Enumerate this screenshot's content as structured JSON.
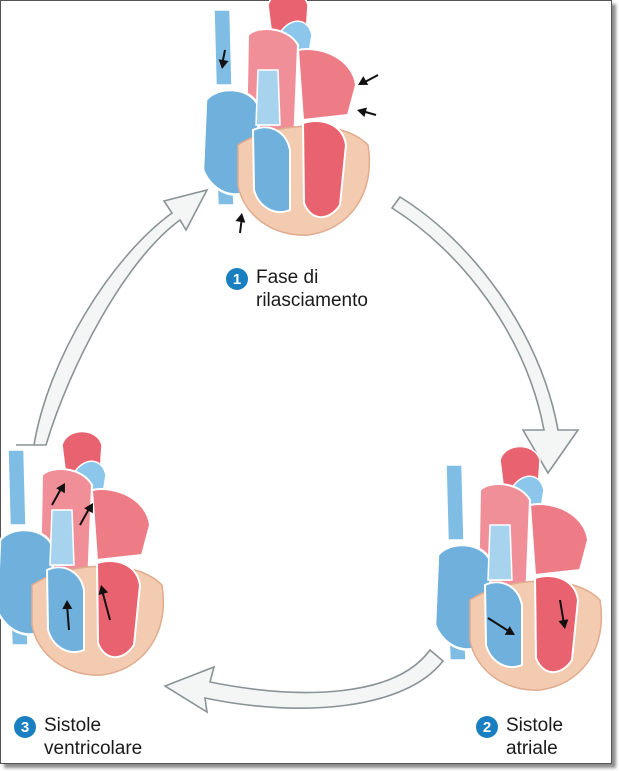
{
  "colors": {
    "badge": "#1a7fc1",
    "oxygenated": "#e8636f",
    "deoxygenated": "#6fb0dc",
    "myocardium": "#f2cbb0",
    "arrow_fill": "#f4f6f6",
    "arrow_stroke": "#8a9396"
  },
  "stages": [
    {
      "number": "1",
      "line1": "Fase di",
      "line2": "rilasciamento"
    },
    {
      "number": "2",
      "line1": "Sistole",
      "line2": "atriale"
    },
    {
      "number": "3",
      "line1": "Sistole",
      "line2": "ventricolare"
    }
  ]
}
